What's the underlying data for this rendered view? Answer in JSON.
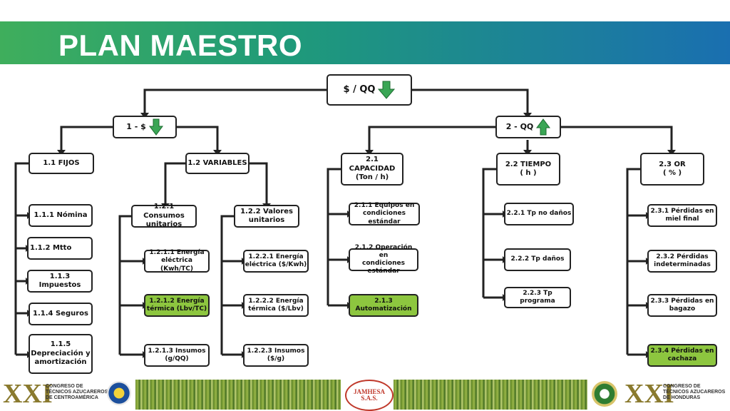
{
  "header": {
    "title": "PLAN MAESTRO"
  },
  "root": {
    "label": "$ / QQ",
    "trend": "down"
  },
  "branch1": {
    "label": "1 - $",
    "trend": "down"
  },
  "branch2": {
    "label": "2 - QQ",
    "trend": "up"
  },
  "nodes": {
    "n11": "1.1 FIJOS",
    "n12": "1.2 VARIABLES",
    "n21": "2.1 CAPACIDAD\n(Ton / h)",
    "n22": "2.2 TIEMPO\n( h )",
    "n23": "2.3 OR\n( % )",
    "n111": "1.1.1 Nómina",
    "n112": "1.1.2 Mtto",
    "n113": "1.1.3 Impuestos",
    "n114": "1.1.4 Seguros",
    "n115": "1.1.5\nDepreciación y\namortización",
    "n121": "1.2.1 Consumos\nunitarios",
    "n122": "1.2.2 Valores\nunitarios",
    "n1211": "1.2.1.1 Energía\neléctrica (Kwh/TC)",
    "n1212": "1.2.1.2 Energía\ntérmica (Lbv/TC)",
    "n1213": "1.2.1.3 Insumos\n(g/QQ)",
    "n1221": "1.2.2.1 Energía\neléctrica ($/Kwh)",
    "n1222": "1.2.2.2 Energía\ntérmica ($/Lbv)",
    "n1223": "1.2.2.3 Insumos\n($/g)",
    "n211": "2.1.1 Equipos en\ncondiciones estándar",
    "n212": "2.1.2 Operación en\ncondiciones estándar",
    "n213": "2.1.3\nAutomatización",
    "n221": "2.2.1 Tp no daños",
    "n222": "2.2.2 Tp daños",
    "n223": "2.2.3 Tp programa",
    "n231": "2.3.1 Pérdidas en\nmiel final",
    "n232": "2.3.2 Pérdidas\nindeterminadas",
    "n233": "2.3.3 Pérdidas en\nbagazo",
    "n234": "2.3.4 Pérdidas en\ncachaza"
  },
  "colors": {
    "highlight": "#8dc63f",
    "arrow": "#3aa655",
    "banner_start": "#3fae5c",
    "banner_end": "#1a6fb0"
  },
  "footer": {
    "logo_left": {
      "numeral": "XXI",
      "text": "CONGRESO DE\nTÉCNICOS AZUCAREROS\nDE CENTROAMÉRICA"
    },
    "logo_center": {
      "text": "JAMHESA\nS.A.S."
    },
    "logo_right": {
      "numeral": "XXI",
      "text": "CONGRESO DE\nTÉCNICOS AZUCAREROS\nDE HONDURAS"
    }
  }
}
